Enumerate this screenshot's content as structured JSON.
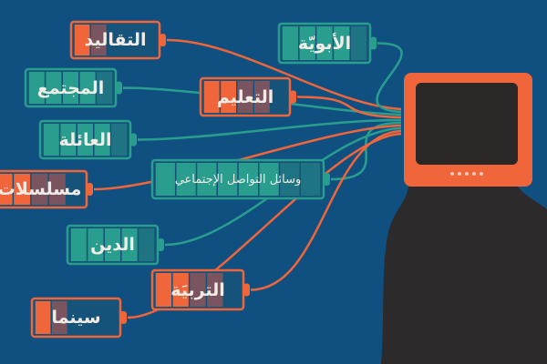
{
  "colors": {
    "background": "#0f5080",
    "orange": "#f0653a",
    "teal": "#2a9e8e",
    "mauve": "#7a5560",
    "tv_screen": "#2b2727",
    "silhouette": "#2d2a2b"
  },
  "batteries": [
    {
      "label": "التقاليد",
      "color": "orange",
      "fills": [
        "orange",
        "mauve"
      ],
      "slots": 5
    },
    {
      "label": "الأبويّة",
      "color": "teal",
      "fills": [
        "teal",
        "teal",
        "teal",
        "teal"
      ],
      "slots": 5
    },
    {
      "label": "المجتمع",
      "color": "teal",
      "fills": [
        "teal",
        "teal",
        "teal",
        "teal"
      ],
      "slots": 5
    },
    {
      "label": "التعليم",
      "color": "orange",
      "fills": [
        "orange",
        "orange",
        "mauve",
        "mauve"
      ],
      "slots": 5
    },
    {
      "label": "العائلة",
      "color": "teal",
      "fills": [
        "teal",
        "teal",
        "teal",
        "teal"
      ],
      "slots": 5
    },
    {
      "label": "وسائل التواصل الإجتماعي",
      "color": "teal",
      "fills": [
        "teal",
        "teal",
        "teal",
        "teal",
        "teal",
        "teal"
      ],
      "slots": 8
    },
    {
      "label": "مسلسلات",
      "color": "orange",
      "fills": [
        "orange",
        "orange",
        "mauve",
        "mauve"
      ],
      "slots": 5
    },
    {
      "label": "الدين",
      "color": "teal",
      "fills": [
        "teal",
        "teal",
        "teal",
        "teal"
      ],
      "slots": 5
    },
    {
      "label": "التربيَة",
      "color": "orange",
      "fills": [
        "orange",
        "orange",
        "mauve",
        "mauve"
      ],
      "slots": 5
    },
    {
      "label": "سينما",
      "color": "orange",
      "fills": [
        "orange",
        "mauve"
      ],
      "slots": 5
    }
  ]
}
